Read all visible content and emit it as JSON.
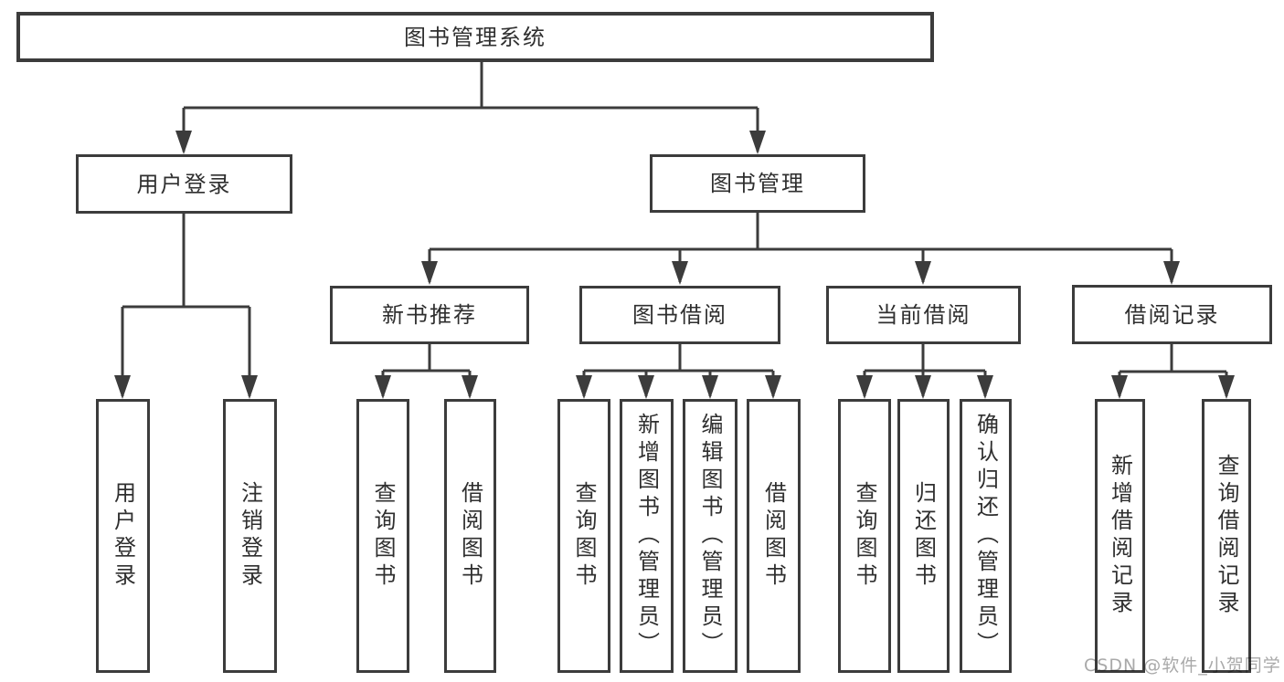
{
  "diagram": {
    "type": "hierarchy-tree",
    "root": {
      "label": "图书管理系统"
    },
    "branches": [
      {
        "label": "用户登录",
        "children": [
          {
            "label": "用户登录"
          },
          {
            "label": "注销登录"
          }
        ]
      },
      {
        "label": "图书管理",
        "children": [
          {
            "label": "新书推荐",
            "children": [
              {
                "label": "查询图书"
              },
              {
                "label": "借阅图书"
              }
            ]
          },
          {
            "label": "图书借阅",
            "children": [
              {
                "label": "查询图书"
              },
              {
                "label": "新增图书（管理员）"
              },
              {
                "label": "编辑图书（管理员）"
              },
              {
                "label": "借阅图书"
              }
            ]
          },
          {
            "label": "当前借阅",
            "children": [
              {
                "label": "查询图书"
              },
              {
                "label": "归还图书"
              },
              {
                "label": "确认归还（管理员）"
              }
            ]
          },
          {
            "label": "借阅记录",
            "children": [
              {
                "label": "新增借阅记录"
              },
              {
                "label": "查询借阅记录"
              }
            ]
          }
        ]
      }
    ]
  },
  "watermark": {
    "text": "CSDN @软件_小贺同学"
  },
  "colors": {
    "line": "#3c3c3c",
    "text": "#2f2f2f",
    "background": "#ffffff",
    "watermark": "#a9a9a9"
  }
}
